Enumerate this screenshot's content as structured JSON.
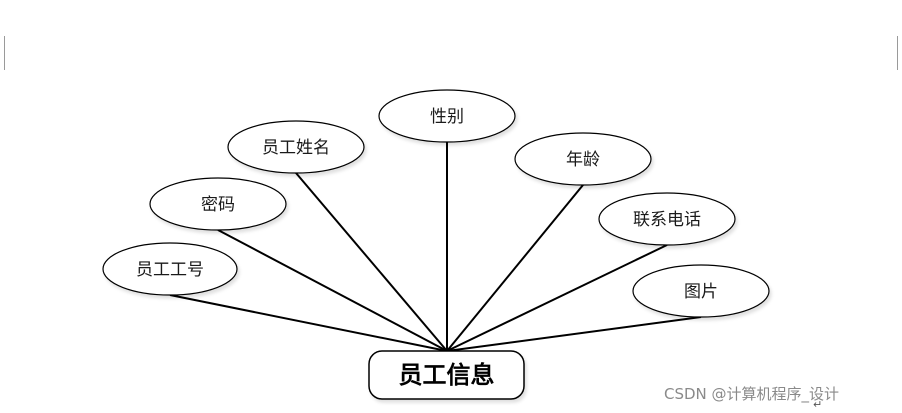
{
  "entity": {
    "label": "员工信息"
  },
  "attributes": [
    {
      "id": "employee-id",
      "label": "员工工号"
    },
    {
      "id": "password",
      "label": "密码"
    },
    {
      "id": "employee-name",
      "label": "员工姓名"
    },
    {
      "id": "gender",
      "label": "性别"
    },
    {
      "id": "age",
      "label": "年龄"
    },
    {
      "id": "contact-phone",
      "label": "联系电话"
    },
    {
      "id": "picture",
      "label": "图片"
    }
  ],
  "watermark": {
    "text": "CSDN @计算机程序_设计"
  },
  "colors": {
    "line": "#000000",
    "watermark": "#8a8a8a"
  }
}
